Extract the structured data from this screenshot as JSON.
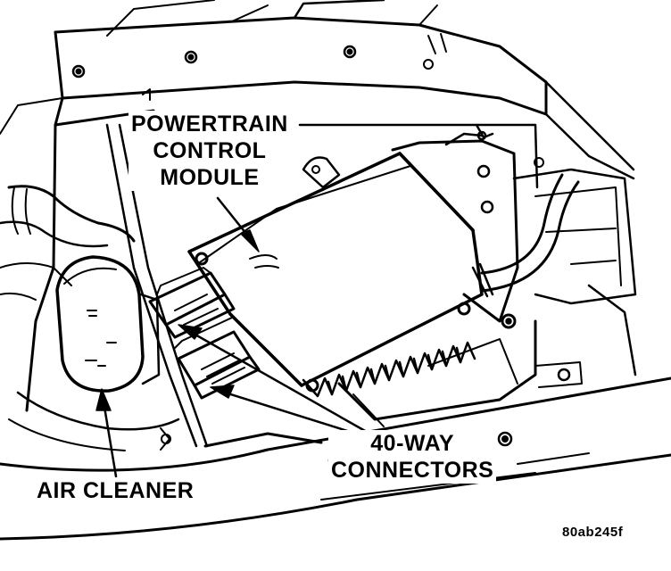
{
  "labels": {
    "pcm": [
      "POWERTRAIN",
      "CONTROL",
      "MODULE"
    ],
    "connectors": [
      "40-WAY",
      "CONNECTORS"
    ],
    "air_cleaner": "AIR CLEANER",
    "figure_ref": "80ab245f"
  },
  "colors": {
    "ink": "#000000",
    "paper": "#ffffff"
  }
}
